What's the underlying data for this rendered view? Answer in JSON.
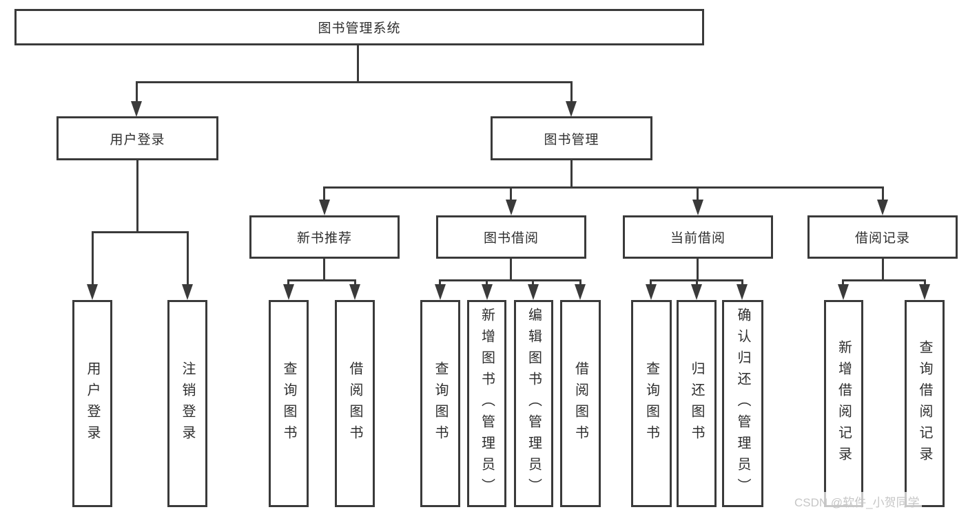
{
  "diagram": {
    "title_node": {
      "label": "图书管理系统"
    },
    "level2": {
      "user_login": {
        "label": "用户登录"
      },
      "book_management": {
        "label": "图书管理"
      }
    },
    "level3": {
      "new_book_recommend": {
        "label": "新书推荐"
      },
      "book_borrowing": {
        "label": "图书借阅"
      },
      "current_borrowing": {
        "label": "当前借阅"
      },
      "borrowing_records": {
        "label": "借阅记录"
      }
    },
    "leaves": {
      "user_login": [
        "用户登录",
        "注销登录"
      ],
      "new_book_recommend": [
        "查询图书",
        "借阅图书"
      ],
      "book_borrowing": [
        "查询图书",
        "新增图书（管理员）",
        "编辑图书（管理员）",
        "借阅图书"
      ],
      "current_borrowing": [
        "查询图书",
        "归还图书",
        "确认归还（管理员）"
      ],
      "borrowing_records": [
        "新增借阅记录",
        "查询借阅记录"
      ]
    }
  },
  "watermark": {
    "text": "CSDN @软件_小贺同学"
  },
  "colors": {
    "line": "#3a3a3a",
    "text": "#2e2e2e",
    "watermark": "#c6c6c6",
    "background": "#ffffff"
  }
}
